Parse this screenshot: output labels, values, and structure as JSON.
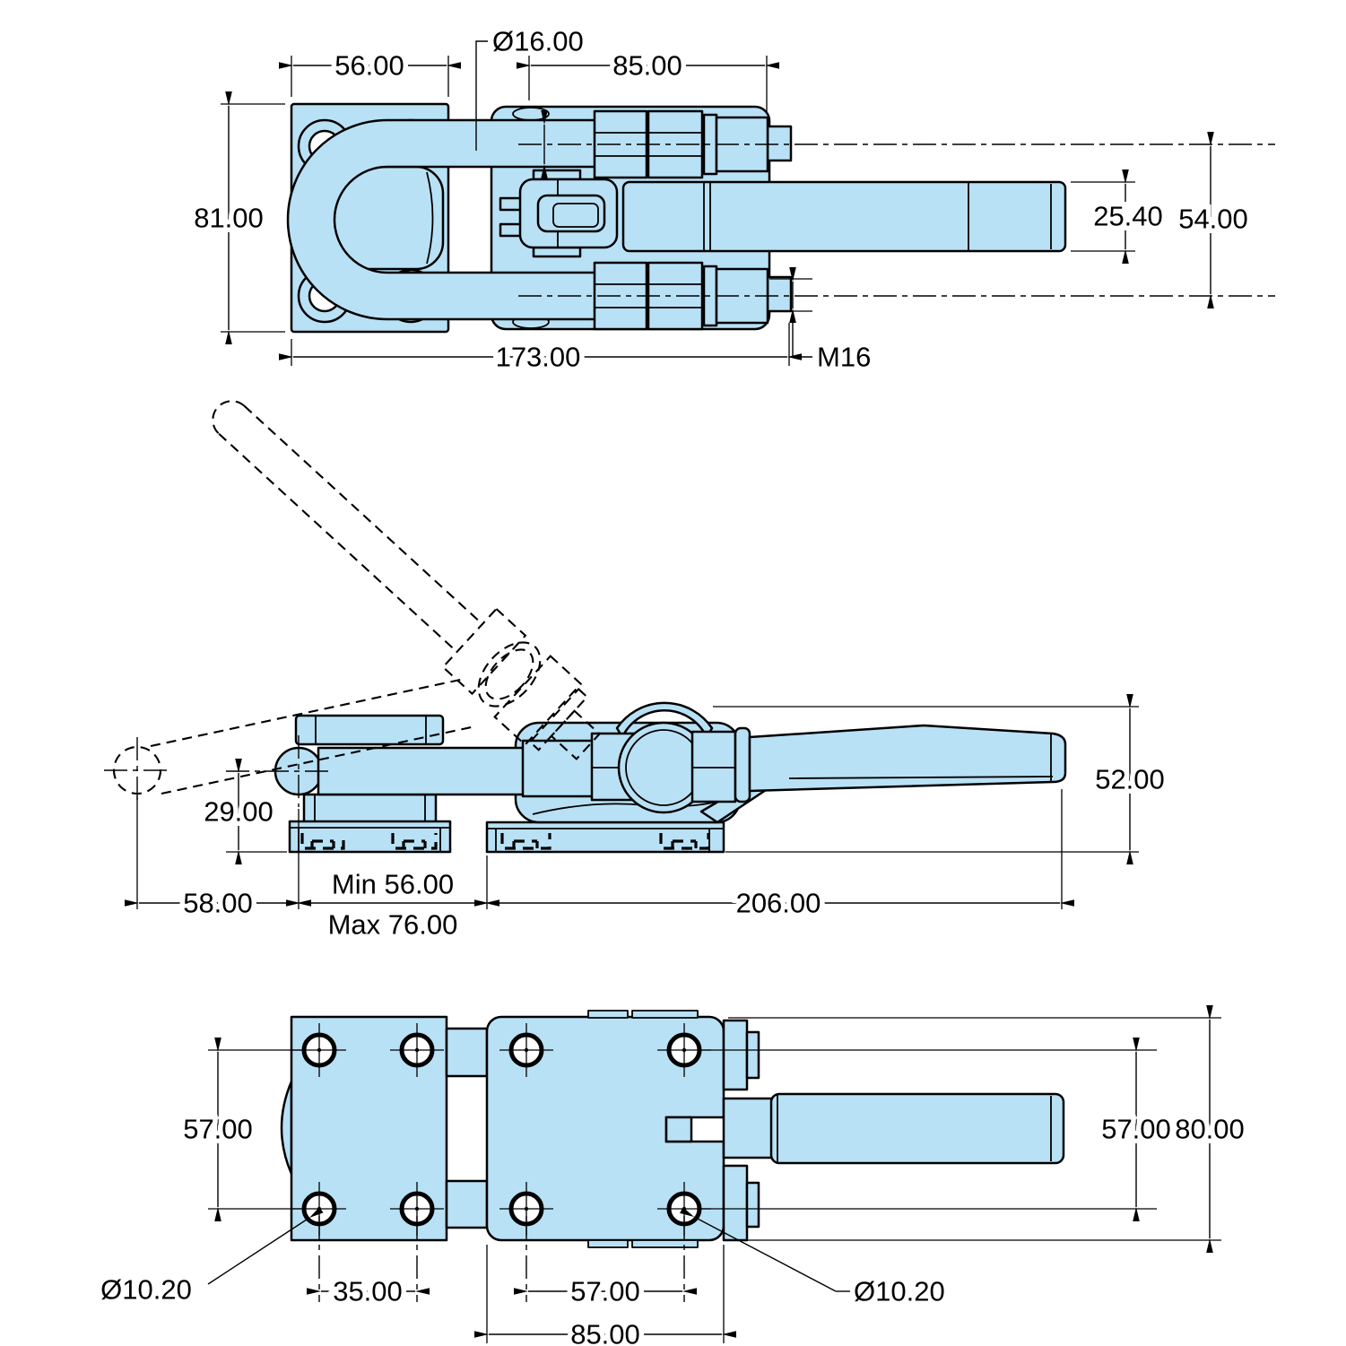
{
  "drawing": {
    "type": "engineering-dimension-drawing",
    "subject": "latch-type toggle clamp with U-bolt, three orthographic views",
    "colors": {
      "background": "#ffffff",
      "part_fill": "#b9e1f5",
      "line": "#000000"
    },
    "views": {
      "top": {
        "dims": {
          "plate_width": "56.00",
          "rod_diameter": "Ø16.00",
          "mount_span": "85.00",
          "plate_height": "81.00",
          "bar_width": "25.40",
          "rod_center_span": "54.00",
          "overall_length": "173.00",
          "thread_callout": "M16"
        }
      },
      "side": {
        "dims": {
          "bar_center_height": "29.00",
          "open_travel": "58.00",
          "gap_min": "Min 56.00",
          "gap_max": "Max 76.00",
          "body_length": "206.00",
          "overall_height": "52.00"
        }
      },
      "bottom": {
        "dims": {
          "left_hole_spacing_vertical": "57.00",
          "left_hole_diameter": "Ø10.20",
          "left_hole_spacing_horizontal": "35.00",
          "right_hole_spacing_horizontal": "57.00",
          "right_hole_diameter": "Ø10.20",
          "right_plate_hole_span": "85.00",
          "right_hole_spacing_vertical": "57.00",
          "right_plate_height": "80.00"
        }
      }
    }
  }
}
